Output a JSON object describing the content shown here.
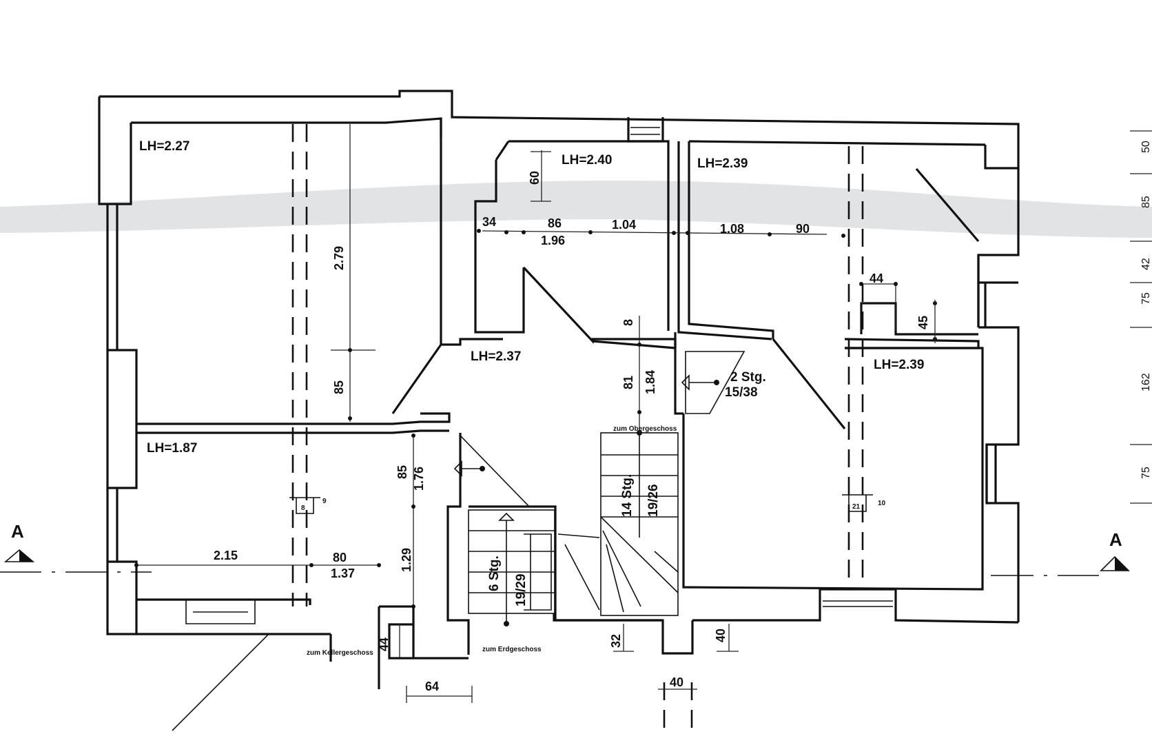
{
  "rooms": [
    {
      "id": "nw",
      "ceiling_height": "LH=2.27"
    },
    {
      "id": "n-mid",
      "ceiling_height": "LH=2.40"
    },
    {
      "id": "ne",
      "ceiling_height": "LH=2.39"
    },
    {
      "id": "hall",
      "ceiling_height": "LH=2.37"
    },
    {
      "id": "e",
      "ceiling_height": "LH=2.39"
    },
    {
      "id": "sw",
      "ceiling_height": "LH=1.87"
    }
  ],
  "dimensions": {
    "d60": "60",
    "d34": "34",
    "d86": "86",
    "d196": "1.96",
    "d104": "1.04",
    "d108": "1.08",
    "d90": "90",
    "d44a": "44",
    "d45": "45",
    "d279": "2.79",
    "d85a": "85",
    "d8": "8",
    "d81": "81",
    "d184": "1.84",
    "d85b": "85",
    "d176": "1.76",
    "d129": "1.29",
    "d215": "2.15",
    "d80": "80",
    "d137": "1.37",
    "d44b": "44",
    "d64": "64",
    "d32": "32",
    "d40a": "40",
    "d40b": "40"
  },
  "stairs": {
    "upper_small": {
      "count": "2 Stg.",
      "ratio": "15/38"
    },
    "main": {
      "count": "14 Stg.",
      "ratio": "19/26",
      "destination": "zum Obergeschoss"
    },
    "lower": {
      "count": "6 Stg.",
      "ratio": "19/29",
      "destination": "zum Erdgeschoss"
    },
    "cellar": {
      "destination": "zum Kellergeschoss"
    }
  },
  "chimneys": [
    {
      "id": "left",
      "number": "8",
      "label": "9"
    },
    {
      "id": "right",
      "number": "21",
      "label": "10"
    }
  ],
  "section_marks": {
    "left": "A",
    "right": "A"
  },
  "edge_dims": [
    "50",
    "85",
    "42",
    "75",
    "162",
    "75"
  ]
}
